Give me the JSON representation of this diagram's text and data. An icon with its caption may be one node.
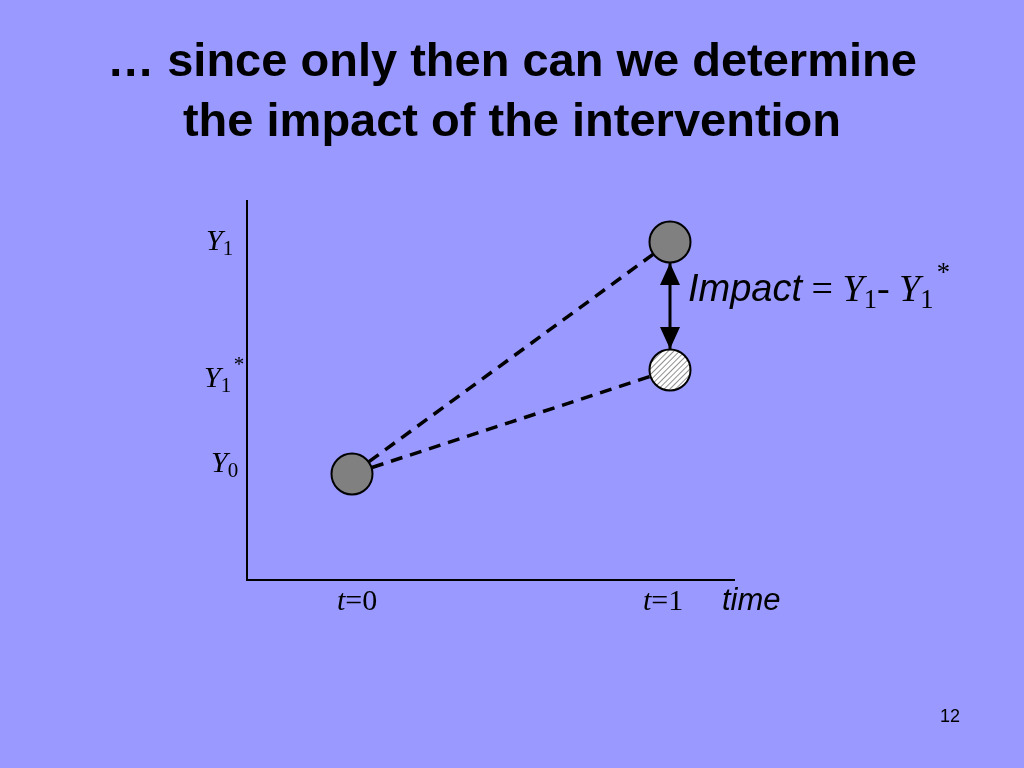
{
  "diagram": {
    "title": "… since only then can we determine the impact of the intervention",
    "nodes": [
      {
        "text": [],
        "shape": "circle"
      },
      {
        "text": [],
        "shape": "circle"
      },
      {
        "text": [],
        "shape": "circle"
      }
    ],
    "edges": [
      {
        "from": 0,
        "to": 1,
        "arrow": "none",
        "style": "dashed"
      },
      {
        "from": 0,
        "to": 2,
        "arrow": "none",
        "style": "dashed"
      },
      {
        "from": 1,
        "to": 2,
        "arrow": "both",
        "label": "*Impact* = *Y*$_{1}$- *Y*$_{1}$$^{*}$"
      }
    ],
    "labels": [
      "*Y*$_{1}$",
      "*Y*$_{1}$$^{*}$",
      "*Y*$_{0}$",
      "*t*=0",
      "*t*=1",
      "time",
      "12"
    ]
  }
}
